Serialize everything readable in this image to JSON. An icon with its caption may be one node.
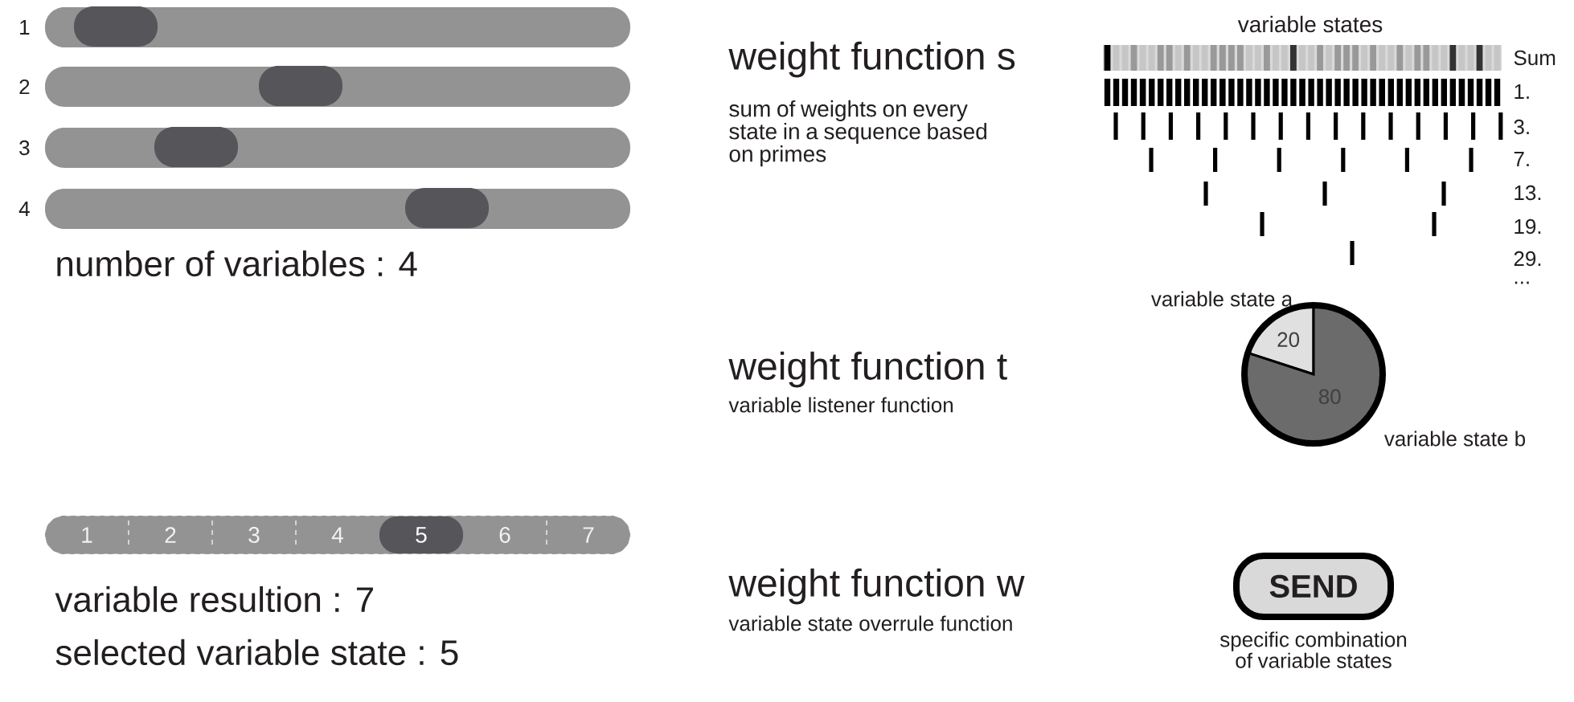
{
  "diagram": {
    "nodes": [
      {
        "text": [],
        "shape": "bar",
        "beside": [
          "1"
        ]
      },
      {
        "text": [],
        "shape": "bar",
        "beside": [
          "2"
        ]
      },
      {
        "text": [],
        "shape": "bar",
        "beside": [
          "3"
        ]
      },
      {
        "text": [],
        "shape": "bar",
        "beside": [
          "4"
        ]
      },
      {
        "text": [],
        "shape": "bar"
      },
      {
        "text": [
          "1"
        ],
        "in": 4
      },
      {
        "text": [
          "2"
        ],
        "in": 4
      },
      {
        "text": [
          "3"
        ],
        "in": 4
      },
      {
        "text": [
          "4"
        ],
        "in": 4
      },
      {
        "text": [
          "5"
        ],
        "in": 4
      },
      {
        "text": [
          "6"
        ],
        "in": 4
      },
      {
        "text": [
          "7"
        ],
        "in": 4
      },
      {
        "text": [
          "SEND"
        ],
        "beside": [
          "specific combination of variable states"
        ]
      }
    ],
    "labels": [
      "number of variables : 4",
      "variable resultion : 7",
      "selected variable state : 5",
      "weight function s",
      "sum of weights on every state in a sequence based on primes",
      "weight function t",
      "variable listener function",
      "weight function w",
      "variable state overrule function",
      "variable states",
      "Sum",
      "1.",
      "3.",
      "7.",
      "13.",
      "19.",
      "29.",
      "..."
    ],
    "chart_data": {
      "type": "pie",
      "categories": [
        "variable state a",
        "variable state b"
      ],
      "series": [
        {
          "values": [
            20,
            80
          ]
        }
      ],
      "data_labels": true
    }
  }
}
